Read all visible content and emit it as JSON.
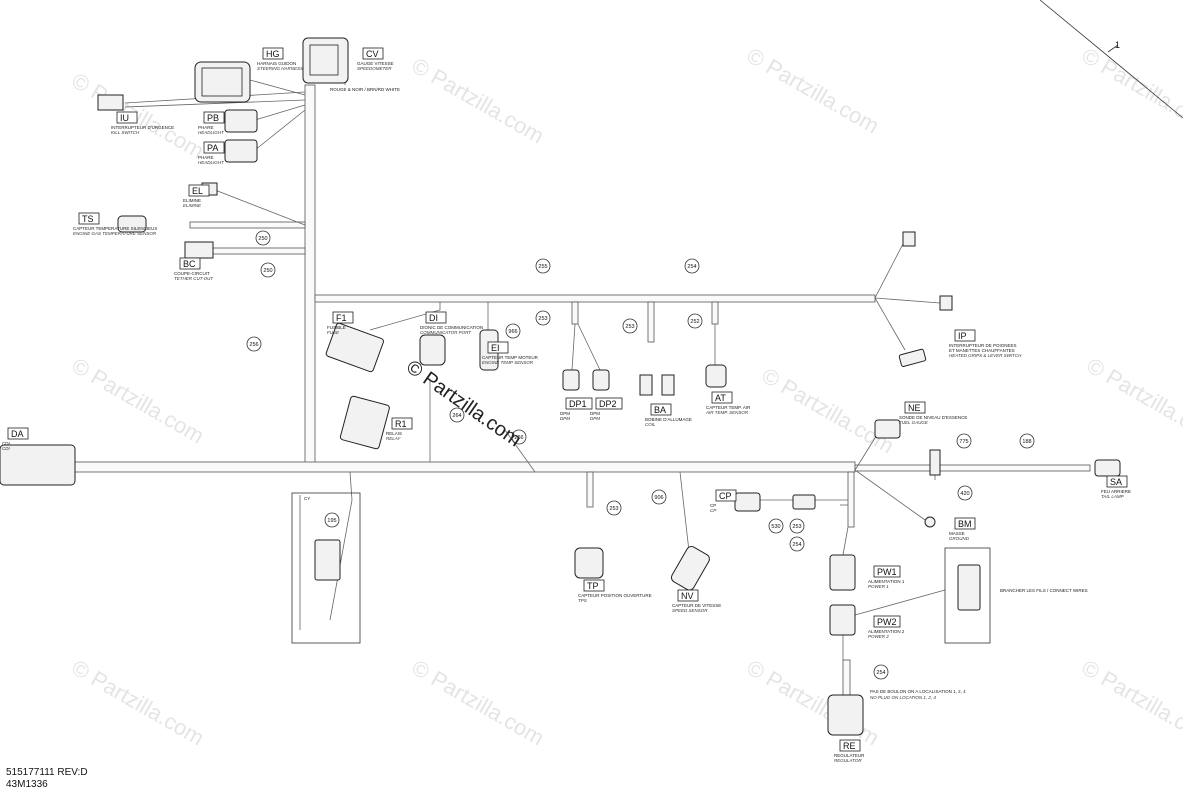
{
  "watermark": "© Partzilla.com",
  "center_watermark": "© Partzilla.com",
  "callout_number": "1",
  "footer": {
    "part_number": "515177111 REV:D",
    "drawing_number": "43M1336"
  },
  "tags": [
    "250",
    "250",
    "255",
    "254",
    "253",
    "252",
    "253",
    "256",
    "966",
    "264",
    "266",
    "906",
    "253",
    "775",
    "188",
    "420",
    "195",
    "530",
    "253",
    "254",
    "254"
  ],
  "connectors": [
    {
      "code": "HG",
      "line1": "HARNAIS GUIDON",
      "line2": "STEERING HARNESS"
    },
    {
      "code": "CV",
      "line1": "GAUGE VITESSE",
      "line2": "SPEEDOMETER"
    },
    {
      "code": "IU",
      "line1": "INTERRUPTEUR D'URGENCE",
      "line2": "KILL SWITCH"
    },
    {
      "code": "PB",
      "line1": "PHARE",
      "line2": "HEADLIGHT"
    },
    {
      "code": "PA",
      "line1": "PHARE",
      "line2": "HEADLIGHT"
    },
    {
      "code": "EL",
      "line1": "ELIMINE",
      "line2": "ELIMINE"
    },
    {
      "code": "TS",
      "line1": "CAPTEUR TEMPERATURE SILENCIEUX",
      "line2": "ENGINE GAS TEMPERATURE SENSOR"
    },
    {
      "code": "BC",
      "line1": "COUPE-CIRCUIT",
      "line2": "TETHER CUT-OUT"
    },
    {
      "code": "F1",
      "line1": "FUSIBLE",
      "line2": "FUSE"
    },
    {
      "code": "DI",
      "line1": "DIONIC DE COMMUNICATION",
      "line2": "COMMUNICATOR PORT"
    },
    {
      "code": "EI",
      "line1": "CAPTEUR TEMP MOTEUR",
      "line2": "ENGINE TEMP SENSOR"
    },
    {
      "code": "R1",
      "line1": "RELAIS",
      "line2": "RELAY"
    },
    {
      "code": "DP1",
      "line1": "DPM",
      "line2": "DPM"
    },
    {
      "code": "DP2",
      "line1": "DPM",
      "line2": "DPM"
    },
    {
      "code": "BA",
      "line1": "BOBINE D'ALLUMAGE",
      "line2": "COIL"
    },
    {
      "code": "AT",
      "line1": "CAPTEUR TEMP. AIR",
      "line2": "AIR TEMP. SENSOR"
    },
    {
      "code": "IP",
      "line1": "INTERRUPTEUR DE POIGNEES",
      "line2": "ET MANETTES CHAUFFANTES",
      "line3": "HEATED GRIPS & LEVER SWITCH"
    },
    {
      "code": "NE",
      "line1": "SONDE DE NIVEAU D'ESSENCE",
      "line2": "FUEL GAUGE"
    },
    {
      "code": "DA",
      "line1": "CDI",
      "line2": "CDI"
    },
    {
      "code": "SA",
      "line1": "FEU ARRIERE",
      "line2": "TAIL LAMP"
    },
    {
      "code": "CP",
      "line1": "CP",
      "line2": "CP"
    },
    {
      "code": "BM",
      "line1": "MASSE",
      "line2": "GROUND"
    },
    {
      "code": "TP",
      "line1": "CAPTEUR POSITION OUVERTURE",
      "line2": "TPS"
    },
    {
      "code": "NV",
      "line1": "CAPTEUR DE VITESSE",
      "line2": "SPEED SENSOR"
    },
    {
      "code": "PW1",
      "line1": "ALIMENTATION 1",
      "line2": "POWER 1"
    },
    {
      "code": "PW2",
      "line1": "ALIMENTATION 2",
      "line2": "POWER 2"
    },
    {
      "code": "RE",
      "line1": "REGULATEUR",
      "line2": "REGULATOR"
    }
  ],
  "notes": {
    "cv_note": "ROUGE & NOIR / BRN/RD WHITE",
    "bm_note": "BRANCHER LES FILS / CONNECT WIRES",
    "re_note1": "PAS DE BOULON ON A LOCALISATION 1, 2, 4",
    "re_note2": "NO PLUG ON LOCATION 1, 2, 4",
    "cy_label": "CY"
  }
}
